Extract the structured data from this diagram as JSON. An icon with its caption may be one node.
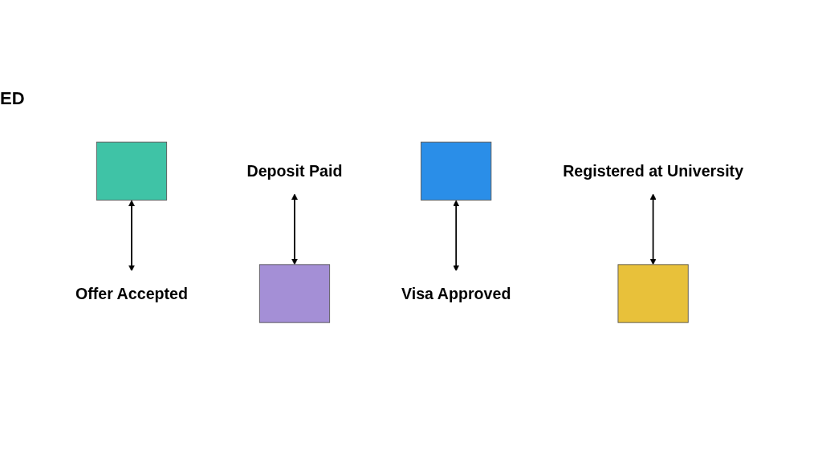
{
  "diagram": {
    "nodes": [
      {
        "text": [],
        "shape": "box"
      },
      {
        "text": [
          "Offer Accepted"
        ]
      },
      {
        "text": [
          "Deposit Paid"
        ]
      },
      {
        "text": [],
        "shape": "box"
      },
      {
        "text": [],
        "shape": "box"
      },
      {
        "text": [
          "Visa Approved"
        ]
      },
      {
        "text": [
          "Registered at University"
        ]
      },
      {
        "text": [],
        "shape": "box"
      }
    ],
    "edges": [
      {
        "from": 0,
        "to": 1,
        "arrow": "both"
      },
      {
        "from": 2,
        "to": 3,
        "arrow": "both"
      },
      {
        "from": 4,
        "to": 5,
        "arrow": "both"
      },
      {
        "from": 6,
        "to": 7,
        "arrow": "both"
      }
    ],
    "labels": [
      "ED"
    ]
  }
}
